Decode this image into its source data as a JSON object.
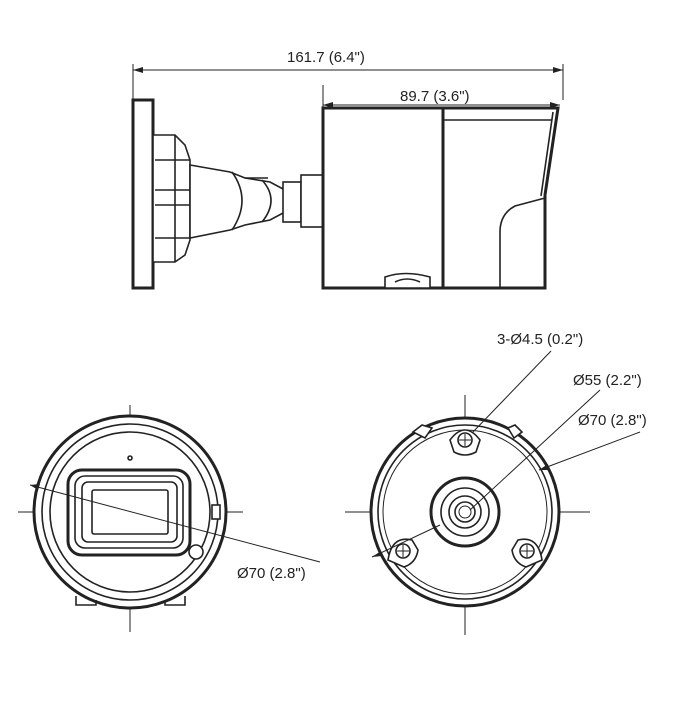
{
  "labels": {
    "overall_length": "161.7  (6.4\")",
    "body_length": "89.7 (3.6\")",
    "hole_spec": "3-Ø4.5 (0.2\")",
    "diameter_55": "Ø55 (2.2\")",
    "diameter_70_base": "Ø70 (2.8\")",
    "diameter_70_front": "Ø70 (2.8\")"
  },
  "colors": {
    "line": "#222222",
    "background": "#ffffff"
  }
}
